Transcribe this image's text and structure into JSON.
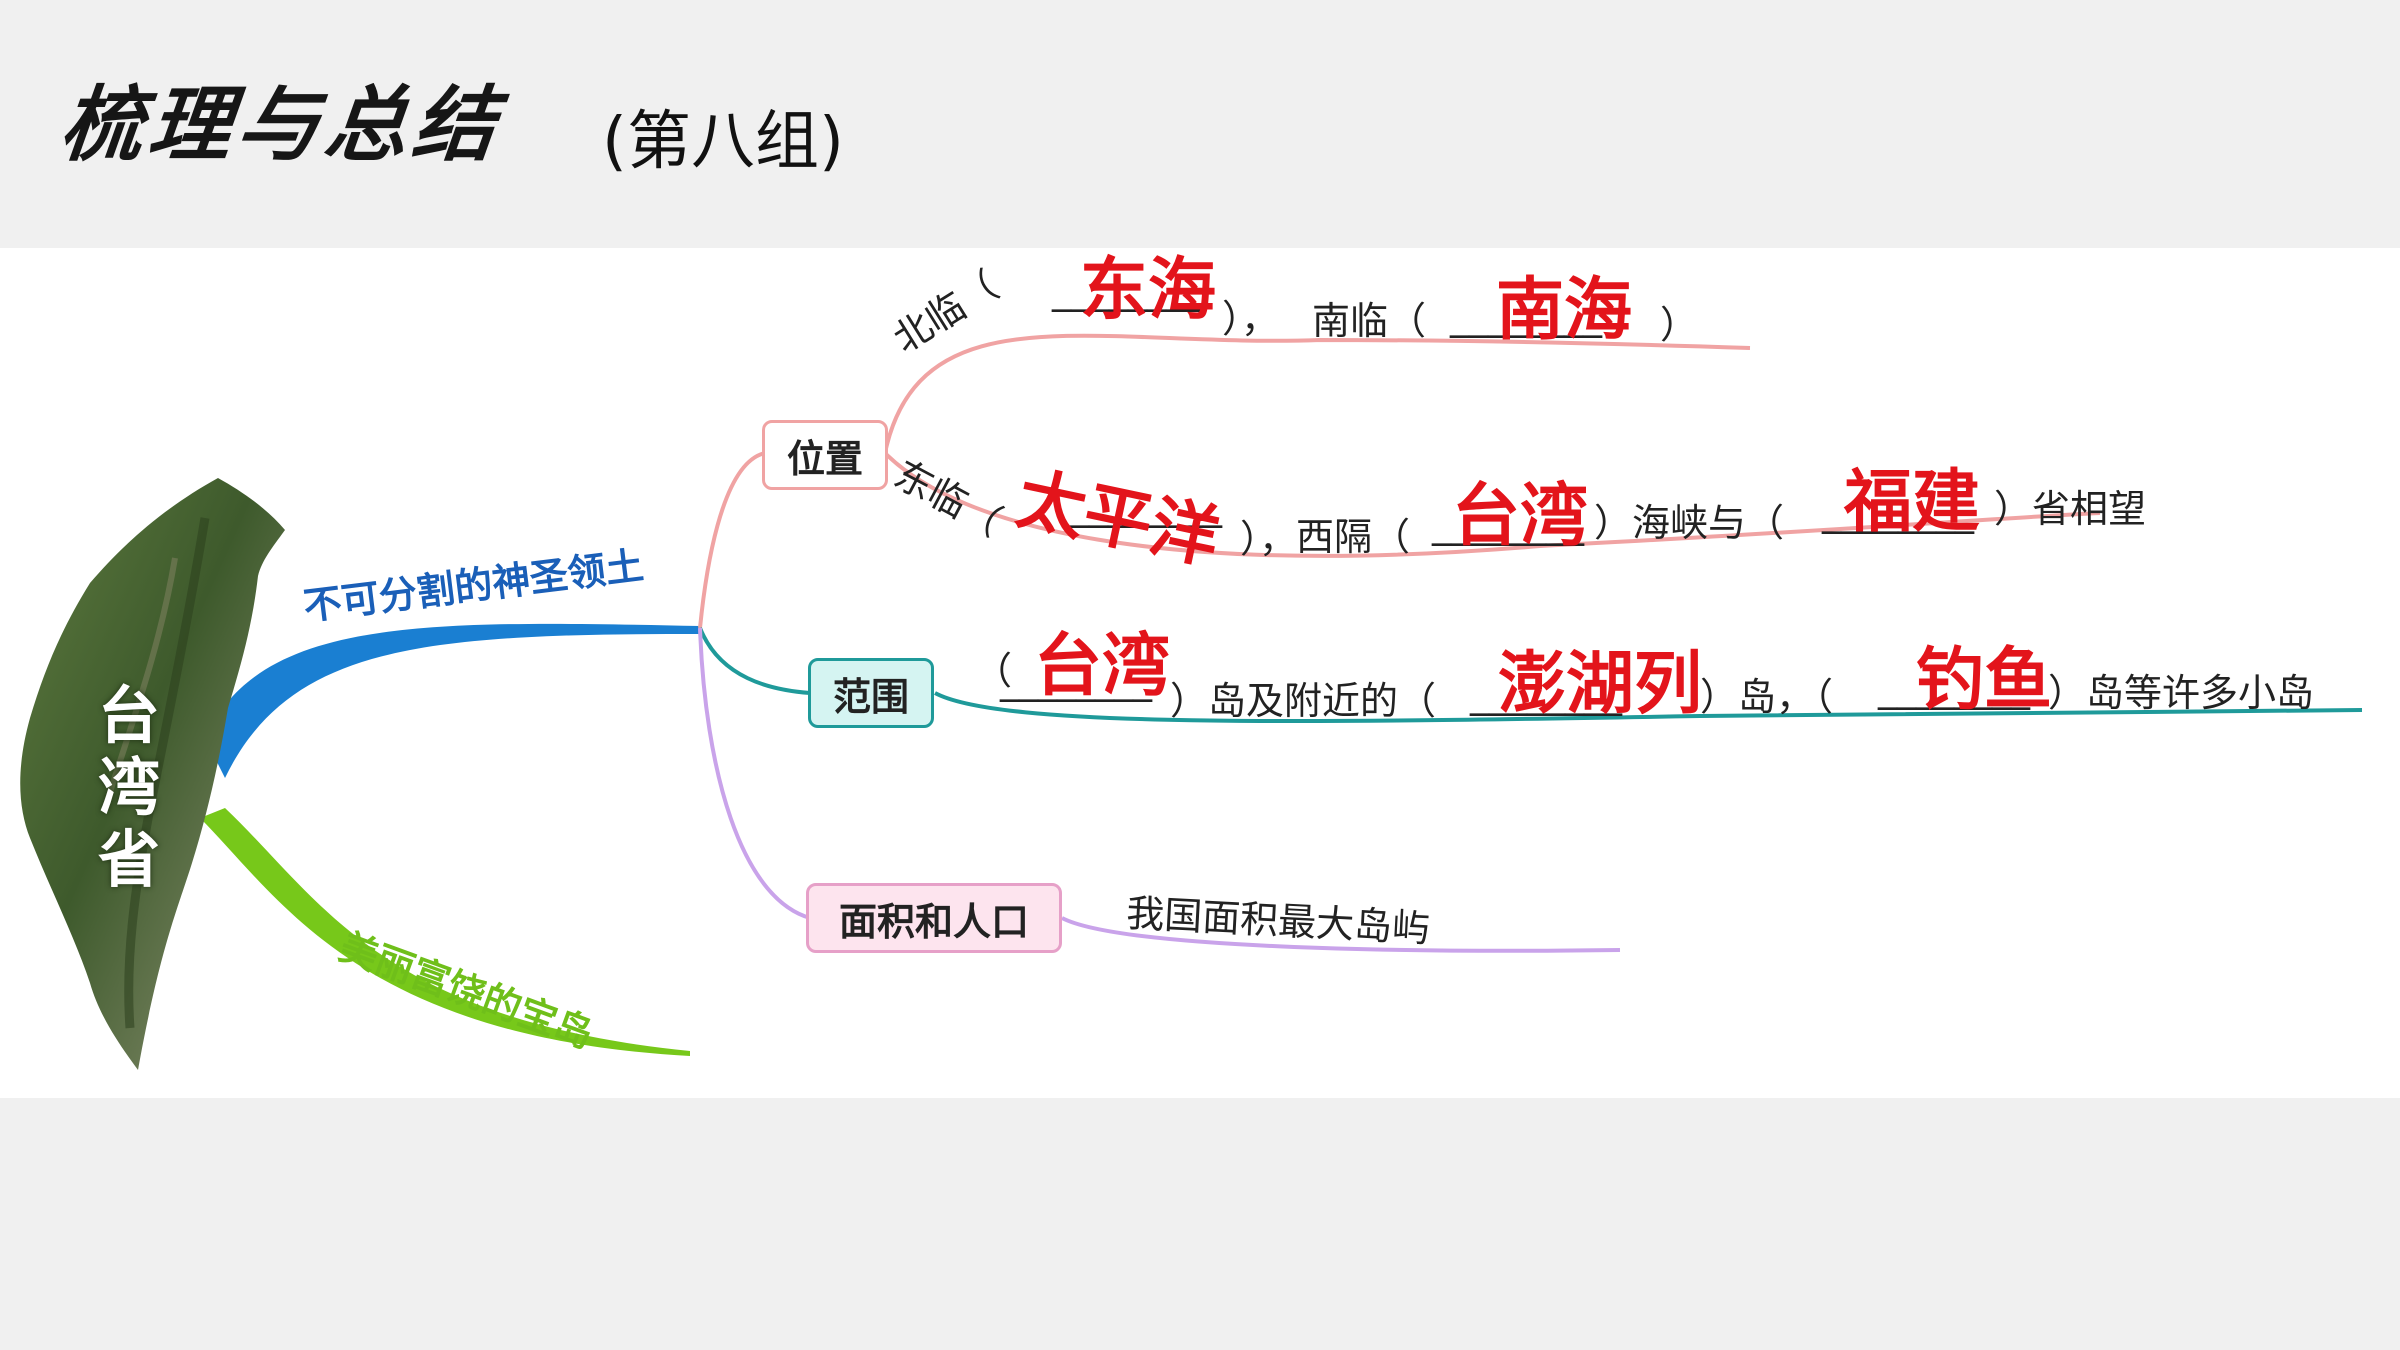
{
  "header": {
    "title": "梳理与总结",
    "subtitle": "(第八组)"
  },
  "colors": {
    "answer": "#e3141b",
    "branch_blue": "#1a7fd2",
    "branch_green": "#77c81a",
    "branch_location": "#f0a3a3",
    "branch_range": "#1f9a9a",
    "branch_area": "#c9a3ea"
  },
  "mindmap": {
    "province": "台湾省",
    "branch_blue": "不可分割的神圣领土",
    "branch_green": "美丽富饶的宝岛",
    "nodes": {
      "location": "位置",
      "range": "范围",
      "area": "面积和人口"
    },
    "location_line1": {
      "north_prefix": "北临（",
      "north_blank": "________",
      "north_suffix": "），",
      "north_answer": "东海",
      "south_prefix": "南临（",
      "south_blank": "________",
      "south_suffix": "）",
      "south_answer": "南海"
    },
    "location_line2": {
      "east_prefix": "东临（",
      "east_blank": "________",
      "east_suffix": "），",
      "east_answer": "太平洋",
      "west_prefix": "西隔（",
      "west_blank": "________",
      "west_suffix": "）海峡与（",
      "west_answer": "台湾",
      "face_blank": "________",
      "face_suffix": "）省相望",
      "face_answer": "福建"
    },
    "range_line": {
      "p1": "（",
      "b1": "________",
      "s1": "）岛及附近的（",
      "a1": "台湾",
      "b2": "________",
      "s2": "）岛，（",
      "a2": "澎湖列",
      "b3": "________",
      "s3": "）岛等许多小岛",
      "a3": "钓鱼"
    },
    "area_text": "我国面积最大岛屿"
  }
}
